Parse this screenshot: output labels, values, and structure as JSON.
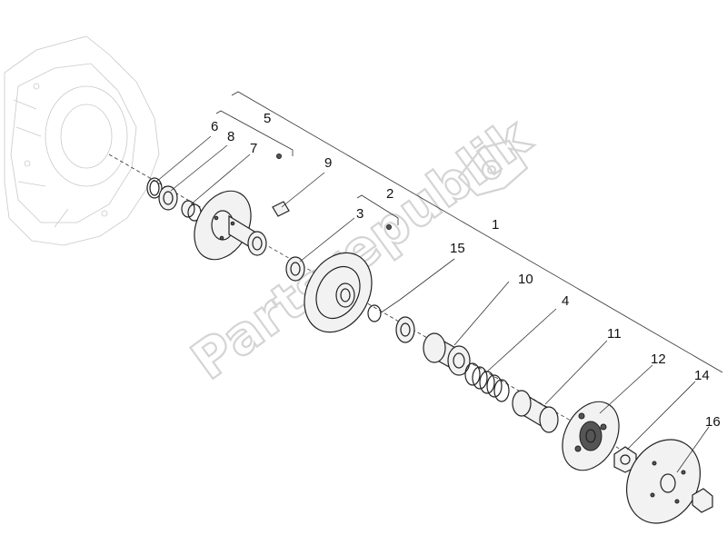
{
  "diagram": {
    "labels": {
      "p1": "1",
      "p2": "2",
      "p3": "3",
      "p4": "4",
      "p5": "5",
      "p6": "6",
      "p7": "7",
      "p8": "8",
      "p9": "9",
      "p10": "10",
      "p11": "11",
      "p12": "12",
      "p14": "14",
      "p15": "15",
      "p16": "16"
    },
    "watermark": "Partsrepublik",
    "icons": {
      "logo": "gear-flag-icon"
    },
    "colors": {
      "line": "#222222",
      "watermark": "#d4d4d4",
      "ghost": "#c9c9c9"
    }
  }
}
